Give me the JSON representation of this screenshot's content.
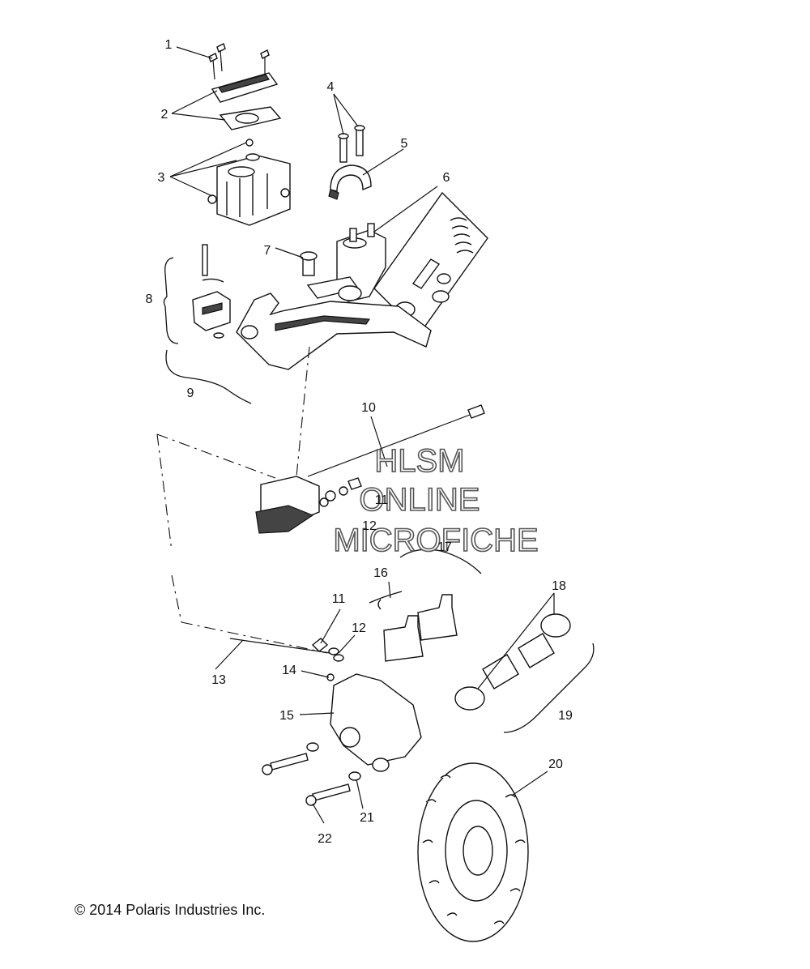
{
  "diagram": {
    "callouts": [
      "1",
      "2",
      "3",
      "4",
      "5",
      "6",
      "7",
      "8",
      "9",
      "10",
      "11",
      "12",
      "11",
      "12",
      "13",
      "14",
      "15",
      "16",
      "17",
      "18",
      "19",
      "20",
      "21",
      "22"
    ],
    "watermark": {
      "line1": "HLSM",
      "line2": "ONLINE",
      "line3": "MICROFICHE"
    },
    "copyright": "© 2014 Polaris Industries Inc."
  }
}
